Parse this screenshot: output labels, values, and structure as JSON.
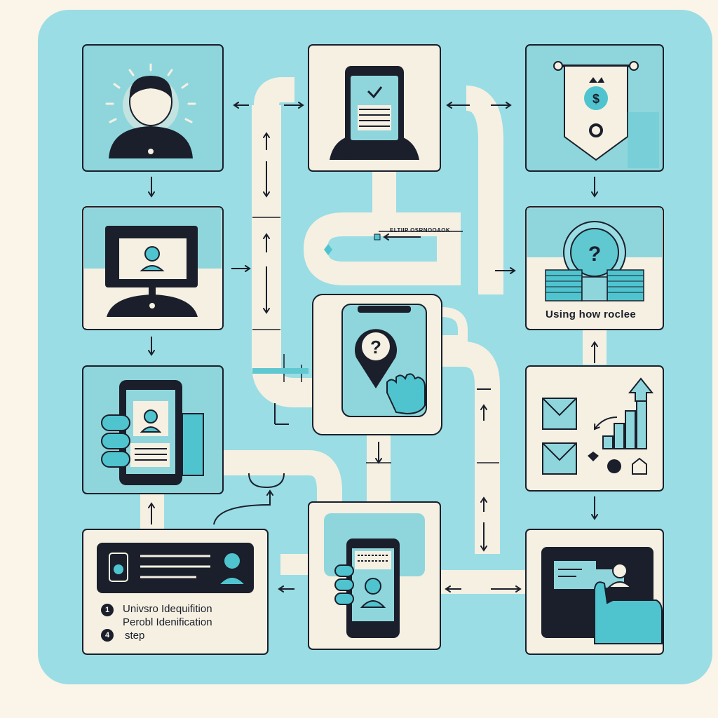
{
  "labels": {
    "financial_node": "Using how roclee",
    "pathway_caption": "ELTIIP OSRNOOAOK",
    "steps": [
      "Univsro Idequifition",
      "Perobl Idenification",
      "step"
    ],
    "step_markers": [
      "1",
      "4"
    ]
  },
  "colors": {
    "background": "#fbf4e8",
    "panel": "#9adde4",
    "card_cream": "#f6f0e2",
    "card_teal": "#8fd6dc",
    "accent_teal": "#4fc4cf",
    "ink": "#1a1f2b"
  },
  "icons": [
    "person-glow-icon",
    "smartphone-check-icon",
    "money-bag-banner-icon",
    "monitor-person-icon",
    "location-question-hand-icon",
    "question-coins-icon",
    "phone-id-hand-icon",
    "email-growth-chart-icon",
    "id-card-icon",
    "phone-scan-icon",
    "id-card-hand-icon"
  ]
}
